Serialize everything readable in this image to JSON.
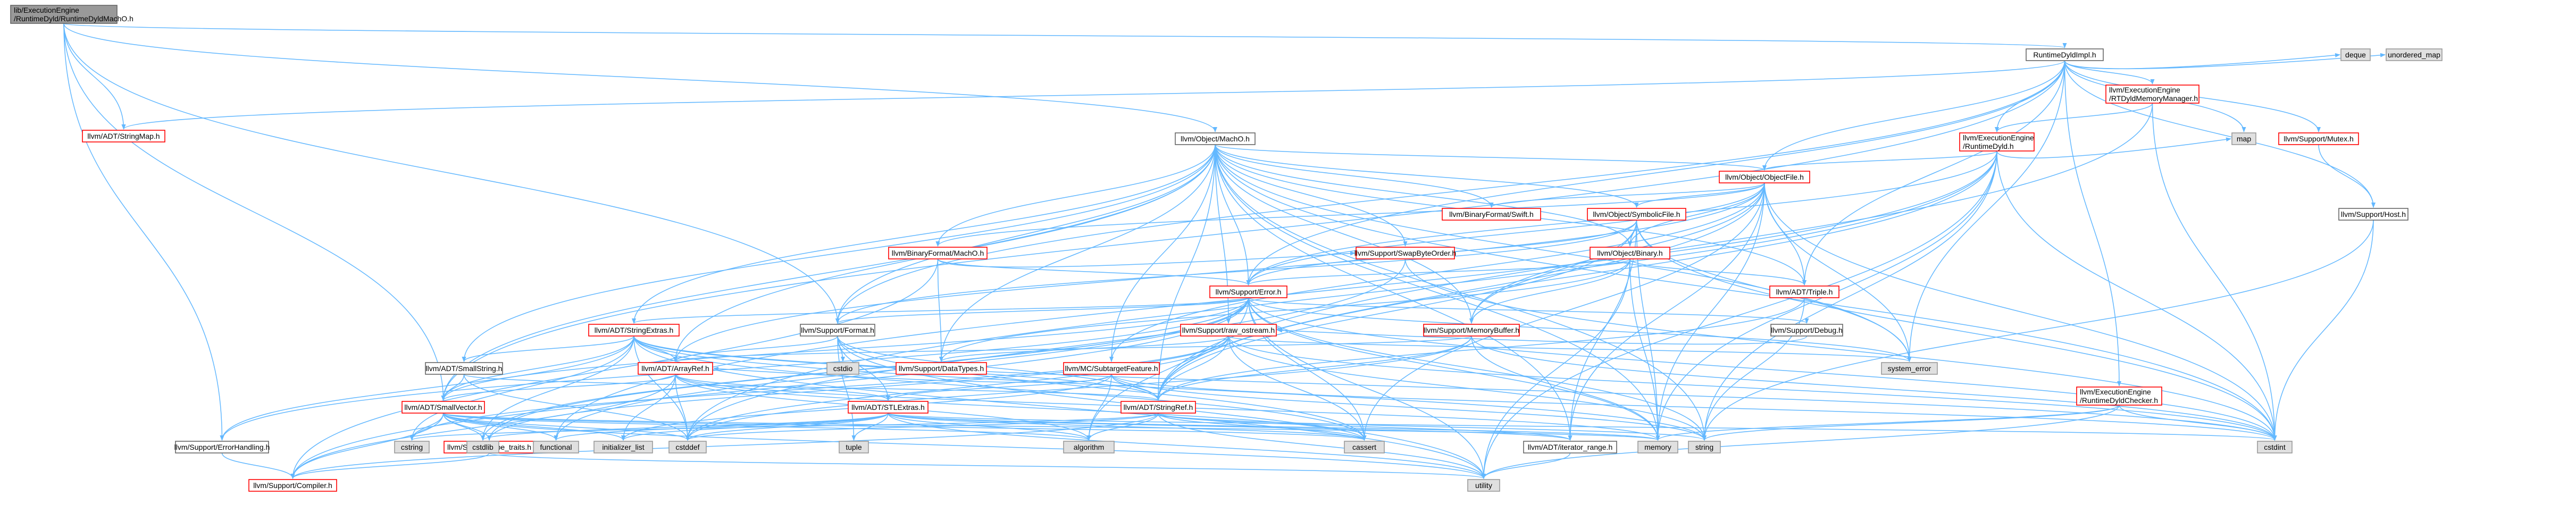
{
  "graph": {
    "colors": {
      "edge": "#63b8ff",
      "node_fill": "#ffffff",
      "node_border_plain": "#666666",
      "node_border_linked": "#ff0000",
      "node_fill_system": "#e0e0e0",
      "node_border_system": "#999999",
      "root_fill": "#999999",
      "root_border": "#666666",
      "text": "#000000"
    },
    "nodes": [
      {
        "id": "root",
        "kind": "root",
        "lines": [
          "lib/ExecutionEngine",
          "/RuntimeDyld/RuntimeDyldMachO.h"
        ]
      },
      {
        "id": "rtdyldimpl",
        "kind": "plain",
        "lines": [
          "RuntimeDyldImpl.h"
        ]
      },
      {
        "id": "rtdyldchecker",
        "kind": "linked",
        "lines": [
          "llvm/ExecutionEngine",
          "/RuntimeDyldChecker.h"
        ]
      },
      {
        "id": "rtdyld",
        "kind": "linked",
        "lines": [
          "llvm/ExecutionEngine",
          "/RuntimeDyld.h"
        ]
      },
      {
        "id": "jitsymbol",
        "kind": "linked",
        "lines": [
          "llvm/ExecutionEngine",
          "/RTDyldMemoryManager.h"
        ]
      },
      {
        "id": "stringmap",
        "kind": "linked",
        "lines": [
          "llvm/ADT/StringMap.h"
        ]
      },
      {
        "id": "machoobj",
        "kind": "plain",
        "lines": [
          "llvm/Object/MachO.h"
        ]
      },
      {
        "id": "objectfile",
        "kind": "linked",
        "lines": [
          "llvm/Object/ObjectFile.h"
        ]
      },
      {
        "id": "symbolicfile",
        "kind": "linked",
        "lines": [
          "llvm/Object/SymbolicFile.h"
        ]
      },
      {
        "id": "binary",
        "kind": "linked",
        "lines": [
          "llvm/Object/Binary.h"
        ]
      },
      {
        "id": "swift",
        "kind": "linked",
        "lines": [
          "llvm/BinaryFormat/Swift.h"
        ]
      },
      {
        "id": "bfmacho",
        "kind": "linked",
        "lines": [
          "llvm/BinaryFormat/MachO.h"
        ]
      },
      {
        "id": "swapbyte",
        "kind": "linked",
        "lines": [
          "llvm/Support/SwapByteOrder.h"
        ]
      },
      {
        "id": "error",
        "kind": "linked",
        "lines": [
          "llvm/Support/Error.h"
        ]
      },
      {
        "id": "triple",
        "kind": "linked",
        "lines": [
          "llvm/ADT/Triple.h"
        ]
      },
      {
        "id": "mutex",
        "kind": "linked",
        "lines": [
          "llvm/Support/Mutex.h"
        ]
      },
      {
        "id": "host",
        "kind": "plain",
        "lines": [
          "llvm/Support/Host.h"
        ]
      },
      {
        "id": "debug",
        "kind": "plain",
        "lines": [
          "llvm/Support/Debug.h"
        ]
      },
      {
        "id": "memorybuffer",
        "kind": "linked",
        "lines": [
          "llvm/Support/MemoryBuffer.h"
        ]
      },
      {
        "id": "rawostream",
        "kind": "linked",
        "lines": [
          "llvm/Support/raw_ostream.h"
        ]
      },
      {
        "id": "format",
        "kind": "plain",
        "lines": [
          "llvm/Support/Format.h"
        ]
      },
      {
        "id": "stringextras",
        "kind": "linked",
        "lines": [
          "llvm/ADT/StringExtras.h"
        ]
      },
      {
        "id": "smallstring",
        "kind": "plain",
        "lines": [
          "llvm/ADT/SmallString.h"
        ]
      },
      {
        "id": "arrayref",
        "kind": "linked",
        "lines": [
          "llvm/ADT/ArrayRef.h"
        ]
      },
      {
        "id": "smallvector",
        "kind": "linked",
        "lines": [
          "llvm/ADT/SmallVector.h"
        ]
      },
      {
        "id": "datatypes",
        "kind": "linked",
        "lines": [
          "llvm/Support/DataTypes.h"
        ]
      },
      {
        "id": "subtarget",
        "kind": "linked",
        "lines": [
          "llvm/MC/SubtargetFeature.h"
        ]
      },
      {
        "id": "stlextras",
        "kind": "linked",
        "lines": [
          "llvm/ADT/STLExtras.h"
        ]
      },
      {
        "id": "stringref",
        "kind": "linked",
        "lines": [
          "llvm/ADT/StringRef.h"
        ]
      },
      {
        "id": "typetraits",
        "kind": "linked",
        "lines": [
          "llvm/Support/type_traits.h"
        ]
      },
      {
        "id": "errorhandling",
        "kind": "plain",
        "lines": [
          "llvm/Support/ErrorHandling.h"
        ]
      },
      {
        "id": "compiler",
        "kind": "linked",
        "lines": [
          "llvm/Support/Compiler.h"
        ]
      },
      {
        "id": "iteratorrange",
        "kind": "plain",
        "lines": [
          "llvm/ADT/iterator_range.h"
        ]
      },
      {
        "id": "deque",
        "kind": "system",
        "lines": [
          "deque"
        ]
      },
      {
        "id": "unorderedmap",
        "kind": "system",
        "lines": [
          "unordered_map"
        ]
      },
      {
        "id": "map",
        "kind": "system",
        "lines": [
          "map"
        ]
      },
      {
        "id": "systemerror",
        "kind": "system",
        "lines": [
          "system_error"
        ]
      },
      {
        "id": "cstdio",
        "kind": "system",
        "lines": [
          "cstdio"
        ]
      },
      {
        "id": "cstring",
        "kind": "system",
        "lines": [
          "cstring"
        ]
      },
      {
        "id": "cstdlib",
        "kind": "system",
        "lines": [
          "cstdlib"
        ]
      },
      {
        "id": "functional",
        "kind": "system",
        "lines": [
          "functional"
        ]
      },
      {
        "id": "initlist",
        "kind": "system",
        "lines": [
          "initializer_list"
        ]
      },
      {
        "id": "cstddef",
        "kind": "system",
        "lines": [
          "cstddef"
        ]
      },
      {
        "id": "tuple",
        "kind": "system",
        "lines": [
          "tuple"
        ]
      },
      {
        "id": "algorithm",
        "kind": "system",
        "lines": [
          "algorithm"
        ]
      },
      {
        "id": "cassert",
        "kind": "system",
        "lines": [
          "cassert"
        ]
      },
      {
        "id": "memory",
        "kind": "system",
        "lines": [
          "memory"
        ]
      },
      {
        "id": "string",
        "kind": "system",
        "lines": [
          "string"
        ]
      },
      {
        "id": "cstdint",
        "kind": "system",
        "lines": [
          "cstdint"
        ]
      },
      {
        "id": "utility",
        "kind": "system",
        "lines": [
          "utility"
        ]
      }
    ],
    "edges": [
      [
        "root",
        "rtdyldimpl"
      ],
      [
        "root",
        "machoobj"
      ],
      [
        "root",
        "stringmap"
      ],
      [
        "root",
        "format"
      ],
      [
        "root",
        "smallvector"
      ],
      [
        "root",
        "errorhandling"
      ],
      [
        "rtdyldimpl",
        "rtdyldchecker"
      ],
      [
        "rtdyldimpl",
        "rtdyld"
      ],
      [
        "rtdyldimpl",
        "jitsymbol"
      ],
      [
        "rtdyldimpl",
        "deque"
      ],
      [
        "rtdyldimpl",
        "unorderedmap"
      ],
      [
        "rtdyldimpl",
        "map"
      ],
      [
        "rtdyldimpl",
        "mutex"
      ],
      [
        "rtdyldimpl",
        "host"
      ],
      [
        "rtdyldimpl",
        "objectfile"
      ],
      [
        "rtdyldimpl",
        "triple"
      ],
      [
        "rtdyldimpl",
        "systemerror"
      ],
      [
        "rtdyldimpl",
        "error"
      ],
      [
        "rtdyldimpl",
        "smallvector"
      ],
      [
        "rtdyldimpl",
        "stringmap"
      ],
      [
        "rtdyldimpl",
        "format"
      ],
      [
        "jitsymbol",
        "rtdyld"
      ],
      [
        "jitsymbol",
        "cstdint"
      ],
      [
        "jitsymbol",
        "stringref"
      ],
      [
        "rtdyld",
        "objectfile"
      ],
      [
        "rtdyld",
        "error"
      ],
      [
        "rtdyld",
        "map"
      ],
      [
        "rtdyld",
        "memory"
      ],
      [
        "rtdyld",
        "string"
      ],
      [
        "rtdyld",
        "system_error_x"
      ],
      [
        "rtdyld",
        "cstdint"
      ],
      [
        "rtdyld",
        "cstddef"
      ],
      [
        "rtdyld",
        "stringref"
      ],
      [
        "rtdyld",
        "functional"
      ],
      [
        "rtdyld",
        "utility"
      ],
      [
        "rtdyldchecker",
        "cstdint"
      ],
      [
        "rtdyldchecker",
        "memory"
      ],
      [
        "rtdyldchecker",
        "string"
      ],
      [
        "rtdyldchecker",
        "utility"
      ],
      [
        "mutex",
        "host"
      ],
      [
        "host",
        "cstdint"
      ],
      [
        "host",
        "string"
      ],
      [
        "machoobj",
        "objectfile"
      ],
      [
        "machoobj",
        "symbolicfile"
      ],
      [
        "machoobj",
        "binary"
      ],
      [
        "machoobj",
        "swift"
      ],
      [
        "machoobj",
        "bfmacho"
      ],
      [
        "machoobj",
        "swapbyte"
      ],
      [
        "machoobj",
        "error"
      ],
      [
        "machoobj",
        "triple"
      ],
      [
        "machoobj",
        "memorybuffer"
      ],
      [
        "machoobj",
        "rawostream"
      ],
      [
        "machoobj",
        "format"
      ],
      [
        "machoobj",
        "stringextras"
      ],
      [
        "machoobj",
        "smallstring"
      ],
      [
        "machoobj",
        "arrayref"
      ],
      [
        "machoobj",
        "smallvector"
      ],
      [
        "machoobj",
        "subtarget"
      ],
      [
        "machoobj",
        "stringref"
      ],
      [
        "machoobj",
        "iteratorrange"
      ],
      [
        "machoobj",
        "cstdint"
      ],
      [
        "machoobj",
        "memory"
      ],
      [
        "machoobj",
        "string"
      ],
      [
        "machoobj",
        "systemerror"
      ],
      [
        "machoobj",
        "datatypes"
      ],
      [
        "objectfile",
        "symbolicfile"
      ],
      [
        "objectfile",
        "binary"
      ],
      [
        "objectfile",
        "swift"
      ],
      [
        "objectfile",
        "error"
      ],
      [
        "objectfile",
        "memorybuffer"
      ],
      [
        "objectfile",
        "triple"
      ],
      [
        "objectfile",
        "arrayref"
      ],
      [
        "objectfile",
        "stringref"
      ],
      [
        "objectfile",
        "iteratorrange"
      ],
      [
        "objectfile",
        "cassert"
      ],
      [
        "objectfile",
        "cstdint"
      ],
      [
        "objectfile",
        "memory"
      ],
      [
        "objectfile",
        "systemerror"
      ],
      [
        "objectfile",
        "bfmacho"
      ],
      [
        "objectfile",
        "subtarget"
      ],
      [
        "symbolicfile",
        "binary"
      ],
      [
        "symbolicfile",
        "error"
      ],
      [
        "symbolicfile",
        "format"
      ],
      [
        "symbolicfile",
        "memorybuffer"
      ],
      [
        "symbolicfile",
        "stringref"
      ],
      [
        "symbolicfile",
        "iteratorrange"
      ],
      [
        "symbolicfile",
        "cinttypes_x"
      ],
      [
        "symbolicfile",
        "cstdint"
      ],
      [
        "symbolicfile",
        "memory"
      ],
      [
        "symbolicfile",
        "systemerror"
      ],
      [
        "binary",
        "error"
      ],
      [
        "binary",
        "memorybuffer"
      ],
      [
        "binary",
        "triple"
      ],
      [
        "binary",
        "utility"
      ],
      [
        "binary",
        "memory"
      ],
      [
        "binary",
        "datatypes"
      ],
      [
        "bfmacho",
        "swapbyte"
      ],
      [
        "bfmacho",
        "error"
      ],
      [
        "bfmacho",
        "datatypes"
      ],
      [
        "bfmacho",
        "compiler"
      ],
      [
        "swapbyte",
        "cstddef"
      ],
      [
        "swapbyte",
        "cstdint"
      ],
      [
        "swapbyte",
        "type_traits_x"
      ],
      [
        "error",
        "format"
      ],
      [
        "error",
        "debug"
      ],
      [
        "error",
        "errorhandling"
      ],
      [
        "error",
        "rawostream"
      ],
      [
        "error",
        "stringextras"
      ],
      [
        "error",
        "smallvector"
      ],
      [
        "error",
        "abi_x"
      ],
      [
        "error",
        "twine_x"
      ],
      [
        "error",
        "compiler"
      ],
      [
        "error",
        "algorithm"
      ],
      [
        "error",
        "cassert"
      ],
      [
        "error",
        "cstdint"
      ],
      [
        "error",
        "cstdlib"
      ],
      [
        "error",
        "functional"
      ],
      [
        "error",
        "memory"
      ],
      [
        "error",
        "new_x"
      ],
      [
        "error",
        "string"
      ],
      [
        "error",
        "systemerror"
      ],
      [
        "error",
        "utility"
      ],
      [
        "error",
        "vector_x"
      ],
      [
        "error",
        "typetraits"
      ],
      [
        "triple",
        "stringref"
      ],
      [
        "triple",
        "string"
      ],
      [
        "debug",
        "rawostream"
      ],
      [
        "memorybuffer",
        "arrayref"
      ],
      [
        "memorybuffer",
        "stringref"
      ],
      [
        "memorybuffer",
        "cstddef"
      ],
      [
        "memorybuffer",
        "cstdint"
      ],
      [
        "memorybuffer",
        "memory"
      ],
      [
        "rawostream",
        "stringref"
      ],
      [
        "rawostream",
        "datatypes"
      ],
      [
        "rawostream",
        "cassert"
      ],
      [
        "rawostream",
        "cstddef"
      ],
      [
        "rawostream",
        "cstdint"
      ],
      [
        "rawostream",
        "cstring"
      ],
      [
        "rawostream",
        "string"
      ],
      [
        "rawostream",
        "systemerror"
      ],
      [
        "rawostream",
        "typetraits"
      ],
      [
        "format",
        "arrayref"
      ],
      [
        "format",
        "stringref"
      ],
      [
        "format",
        "cassert"
      ],
      [
        "format",
        "cstdio"
      ],
      [
        "format",
        "tuple"
      ],
      [
        "format",
        "utility"
      ],
      [
        "format",
        "stlextras"
      ],
      [
        "stringextras",
        "arrayref"
      ],
      [
        "stringextras",
        "smallstring"
      ],
      [
        "stringextras",
        "smallvector"
      ],
      [
        "stringextras",
        "stringref"
      ],
      [
        "stringextras",
        "twine_x"
      ],
      [
        "stringextras",
        "cassert"
      ],
      [
        "stringextras",
        "cstddef"
      ],
      [
        "stringextras",
        "cstdint"
      ],
      [
        "stringextras",
        "cstdlib"
      ],
      [
        "stringextras",
        "cstring"
      ],
      [
        "stringextras",
        "iterator_x"
      ],
      [
        "stringextras",
        "string"
      ],
      [
        "stringextras",
        "utility"
      ],
      [
        "stringextras",
        "errorhandling"
      ],
      [
        "smallstring",
        "smallvector"
      ],
      [
        "smallstring",
        "stringref"
      ],
      [
        "smallstring",
        "cstddef"
      ],
      [
        "arrayref",
        "stlextras"
      ],
      [
        "arrayref",
        "smallvector"
      ],
      [
        "arrayref",
        "compiler"
      ],
      [
        "arrayref",
        "algorithm"
      ],
      [
        "arrayref",
        "cassert"
      ],
      [
        "arrayref",
        "cstddef"
      ],
      [
        "arrayref",
        "initlist"
      ],
      [
        "arrayref",
        "iterator_x"
      ],
      [
        "arrayref",
        "memory"
      ],
      [
        "arrayref",
        "type_traits_x"
      ],
      [
        "arrayref",
        "vector_x"
      ],
      [
        "smallvector",
        "compiler"
      ],
      [
        "smallvector",
        "typetraits"
      ],
      [
        "smallvector",
        "algorithm"
      ],
      [
        "smallvector",
        "cassert"
      ],
      [
        "smallvector",
        "cstddef"
      ],
      [
        "smallvector",
        "cstdlib"
      ],
      [
        "smallvector",
        "cstring"
      ],
      [
        "smallvector",
        "functional"
      ],
      [
        "smallvector",
        "initlist"
      ],
      [
        "smallvector",
        "iterator_x"
      ],
      [
        "smallvector",
        "limits_x"
      ],
      [
        "smallvector",
        "memory"
      ],
      [
        "smallvector",
        "new_x"
      ],
      [
        "smallvector",
        "type_traits_x"
      ],
      [
        "smallvector",
        "utility"
      ],
      [
        "subtarget",
        "stlextras"
      ],
      [
        "subtarget",
        "stringref"
      ],
      [
        "subtarget",
        "string"
      ],
      [
        "subtarget",
        "vector_x"
      ],
      [
        "subtarget",
        "bitset_x"
      ],
      [
        "subtarget",
        "arrayref"
      ],
      [
        "subtarget",
        "cstdint"
      ],
      [
        "subtarget",
        "algorithm"
      ],
      [
        "subtarget",
        "initlist"
      ],
      [
        "stlextras",
        "iteratorrange"
      ],
      [
        "stlextras",
        "algorithm"
      ],
      [
        "stlextras",
        "cassert"
      ],
      [
        "stlextras",
        "cstddef"
      ],
      [
        "stlextras",
        "cstdint"
      ],
      [
        "stlextras",
        "cstdlib"
      ],
      [
        "stlextras",
        "functional"
      ],
      [
        "stlextras",
        "initlist"
      ],
      [
        "stlextras",
        "memory"
      ],
      [
        "stlextras",
        "tuple"
      ],
      [
        "stlextras",
        "utility"
      ],
      [
        "stringref",
        "iteratorrange"
      ],
      [
        "stringref",
        "compiler"
      ],
      [
        "stringref",
        "algorithm"
      ],
      [
        "stringref",
        "cassert"
      ],
      [
        "stringref",
        "cstddef"
      ],
      [
        "stringref",
        "cstring"
      ],
      [
        "stringref",
        "limits_x"
      ],
      [
        "stringref",
        "string"
      ],
      [
        "stringref",
        "type_traits_x"
      ],
      [
        "stringref",
        "utility"
      ],
      [
        "typetraits",
        "utility"
      ],
      [
        "typetraits",
        "compiler"
      ],
      [
        "errorhandling",
        "compiler"
      ],
      [
        "iteratorrange",
        "utility"
      ]
    ]
  }
}
